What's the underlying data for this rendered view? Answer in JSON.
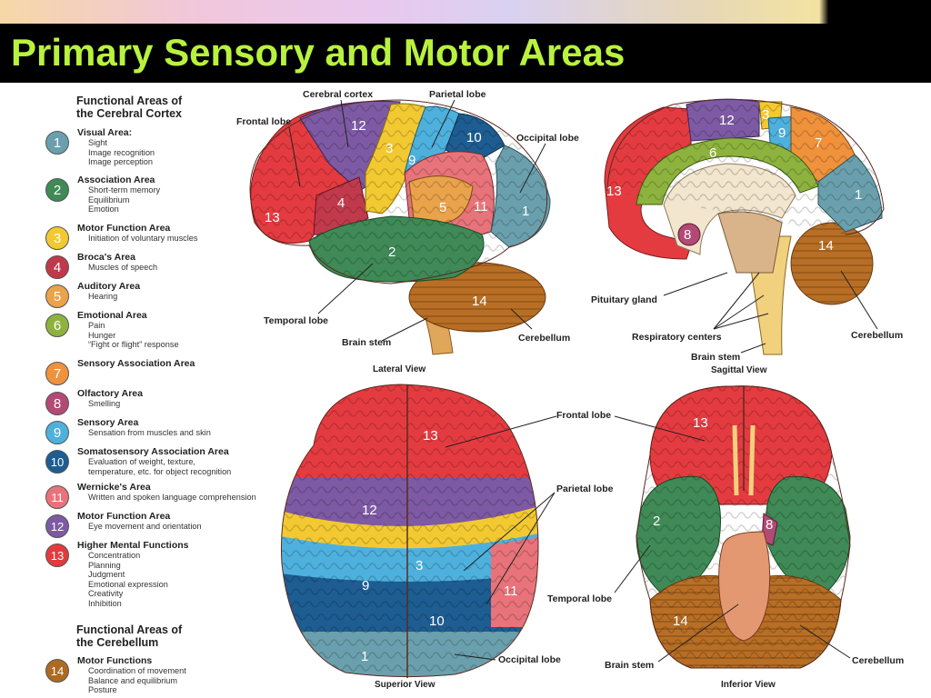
{
  "title": "Primary Sensory and Motor Areas",
  "legend": {
    "cortex_heading": [
      "Functional Areas of",
      "the Cerebral Cortex"
    ],
    "cerebellum_heading": [
      "Functional Areas of",
      "the Cerebellum"
    ],
    "items": [
      {
        "n": "1",
        "title": "Visual Area:",
        "subs": [
          "Sight",
          "Image recognition",
          "Image perception"
        ],
        "color": "#6aa0ad"
      },
      {
        "n": "2",
        "title": "Association Area",
        "subs": [
          "Short-term memory",
          "Equilibrium",
          "Emotion"
        ],
        "color": "#3f8a56"
      },
      {
        "n": "3",
        "title": "Motor Function Area",
        "subs": [
          "Initiation of voluntary muscles"
        ],
        "color": "#f3c931"
      },
      {
        "n": "4",
        "title": "Broca's Area",
        "subs": [
          "Muscles of speech"
        ],
        "color": "#c0394a"
      },
      {
        "n": "5",
        "title": "Auditory Area",
        "subs": [
          "Hearing"
        ],
        "color": "#eaa24b"
      },
      {
        "n": "6",
        "title": "Emotional Area",
        "subs": [
          "Pain",
          "Hunger",
          "“Fight or flight” response"
        ],
        "color": "#8db33e"
      },
      {
        "n": "7",
        "title": "Sensory Association Area",
        "subs": [],
        "color": "#f0913c"
      },
      {
        "n": "8",
        "title": "Olfactory Area",
        "subs": [
          "Smelling"
        ],
        "color": "#b24a75"
      },
      {
        "n": "9",
        "title": "Sensory Area",
        "subs": [
          "Sensation from muscles and skin"
        ],
        "color": "#4eb1dd"
      },
      {
        "n": "10",
        "title": "Somatosensory Association Area",
        "subs": [
          "Evaluation of weight, texture,",
          "temperature, etc. for object recognition"
        ],
        "color": "#1d5d91"
      },
      {
        "n": "11",
        "title": "Wernicke's Area",
        "subs": [
          "Written and spoken language comprehension"
        ],
        "color": "#e8737a"
      },
      {
        "n": "12",
        "title": "Motor Function Area",
        "subs": [
          "Eye movement and orientation"
        ],
        "color": "#7d5aa3"
      },
      {
        "n": "13",
        "title": "Higher Mental Functions",
        "subs": [
          "Concentration",
          "Planning",
          "Judgment",
          "Emotional expression",
          "Creativity",
          "Inhibition"
        ],
        "color": "#e33a3e"
      },
      {
        "n": "14",
        "title": "Motor Functions",
        "subs": [
          "Coordination of movement",
          "Balance and equilibrium",
          "Posture"
        ],
        "color": "#ad6a22"
      }
    ]
  },
  "views": {
    "lateral": {
      "caption": "Lateral View",
      "labels": {
        "cerebral_cortex": "Cerebral cortex",
        "parietal_lobe": "Parietal lobe",
        "frontal_lobe": "Frontal lobe",
        "occipital_lobe": "Occipital lobe",
        "temporal_lobe": "Temporal lobe",
        "brain_stem": "Brain stem",
        "cerebellum": "Cerebellum"
      },
      "numbers": {
        "n12": "12",
        "n3": "3",
        "n9": "9",
        "n10": "10",
        "n4": "4",
        "n13": "13",
        "n5": "5",
        "n11": "11",
        "n1": "1",
        "n2": "2",
        "n14": "14"
      }
    },
    "sagittal": {
      "caption": "Sagittal View",
      "labels": {
        "pituitary_gland": "Pituitary gland",
        "respiratory_centers": "Respiratory centers",
        "brain_stem": "Brain stem",
        "cerebellum": "Cerebellum"
      },
      "numbers": {
        "n12": "12",
        "n3": "3",
        "n9": "9",
        "n7": "7",
        "n6": "6",
        "n13": "13",
        "n1": "1",
        "n8": "8",
        "n14": "14"
      }
    },
    "superior": {
      "caption": "Superior View",
      "labels": {
        "frontal_lobe": "Frontal lobe",
        "parietal_lobe": "Parietal lobe",
        "occipital_lobe": "Occipital lobe"
      },
      "numbers": {
        "n13": "13",
        "n12": "12",
        "n3": "3",
        "n9": "9",
        "n11": "11",
        "n10": "10",
        "n1": "1"
      }
    },
    "inferior": {
      "caption": "Inferior View",
      "labels": {
        "temporal_lobe": "Temporal lobe",
        "brain_stem": "Brain stem",
        "cerebellum": "Cerebellum"
      },
      "numbers": {
        "n13": "13",
        "n2": "2",
        "n8": "8",
        "n14": "14"
      }
    }
  }
}
